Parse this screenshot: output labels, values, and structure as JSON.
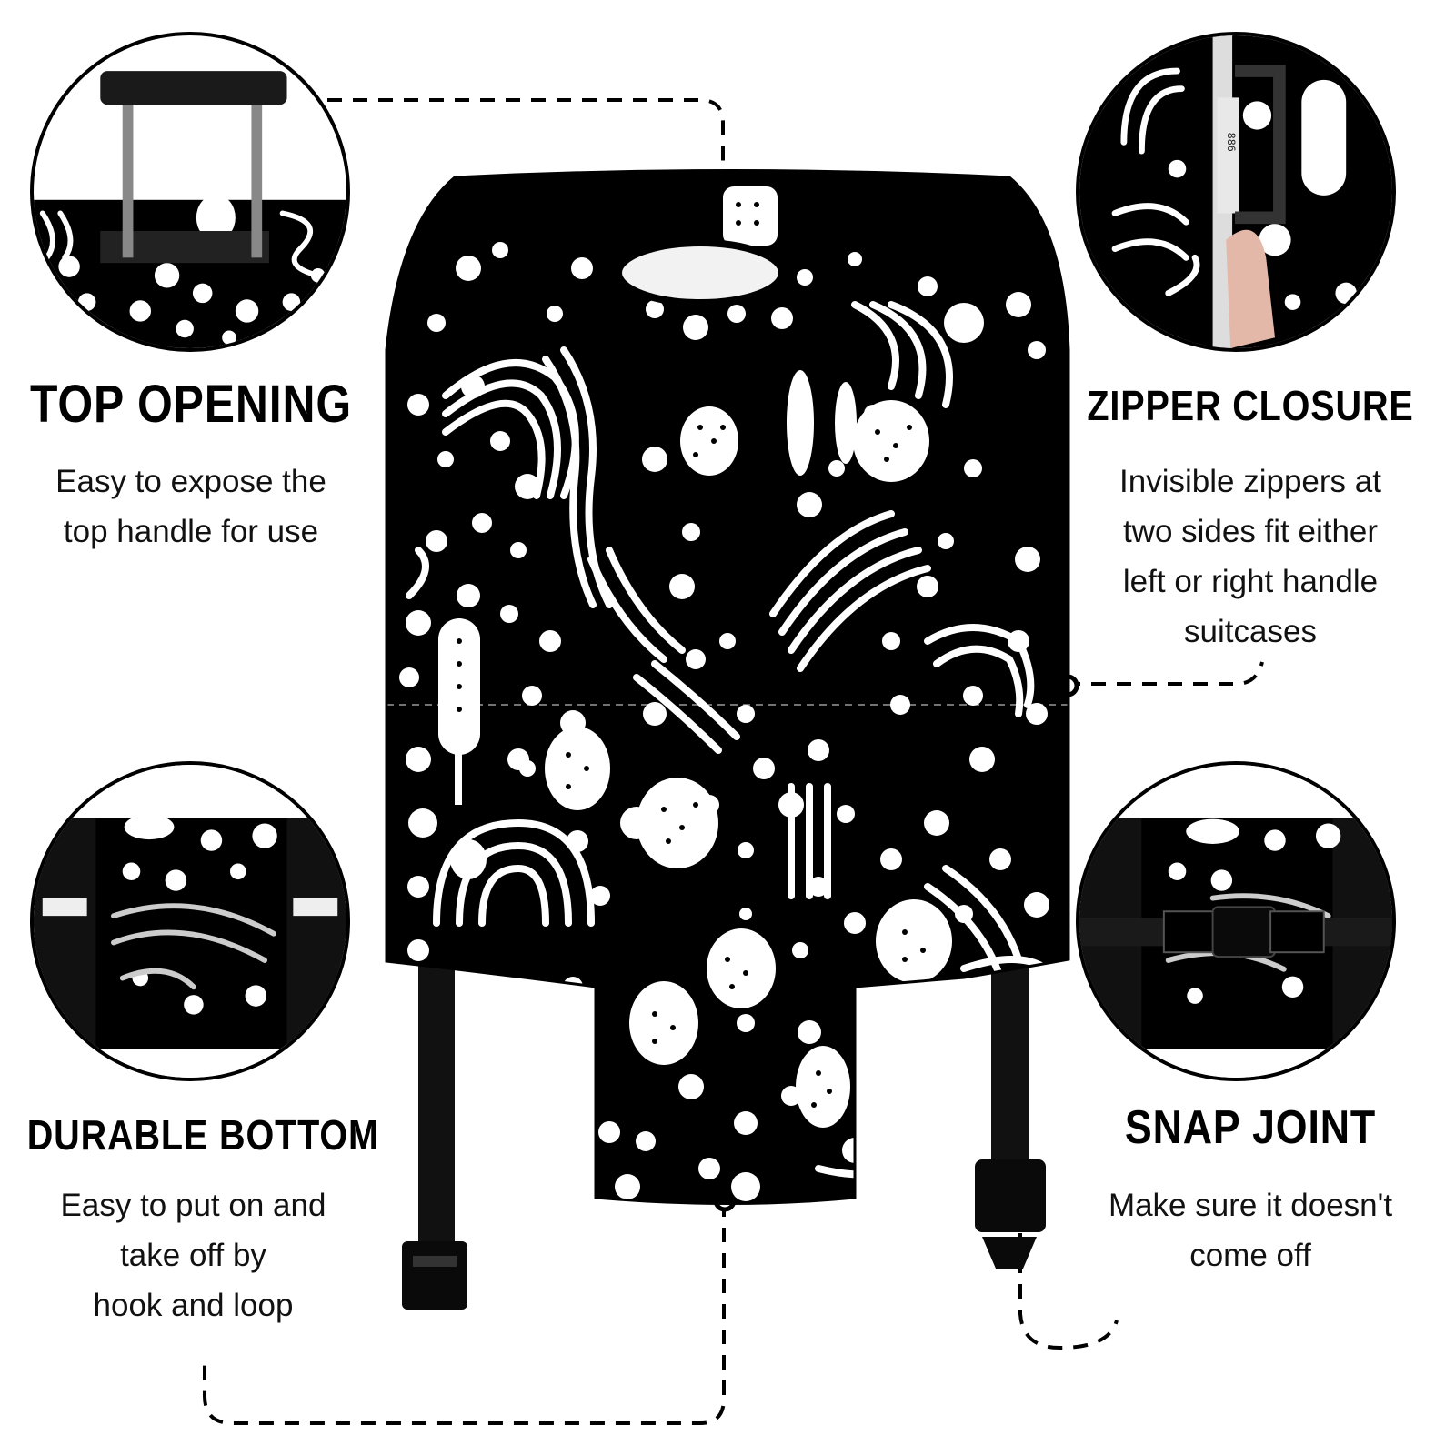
{
  "features": {
    "top_opening": {
      "title": "TOP OPENING",
      "lines": [
        "Easy to expose the",
        "top handle for use"
      ]
    },
    "zipper_closure": {
      "title": "ZIPPER CLOSURE",
      "lines": [
        "Invisible zippers at",
        "two sides fit either",
        "left or right handle",
        "suitcases"
      ]
    },
    "durable_bottom": {
      "title": "DURABLE BOTTOM",
      "lines": [
        "Easy to put on and",
        "take off by",
        "hook and loop"
      ]
    },
    "snap_joint": {
      "title": "SNAP JOINT",
      "lines": [
        "Make sure it doesn't",
        "come off"
      ]
    }
  },
  "lock_code": "886",
  "colors": {
    "ink": "#000000",
    "paper": "#ffffff",
    "strap": "#111111"
  }
}
